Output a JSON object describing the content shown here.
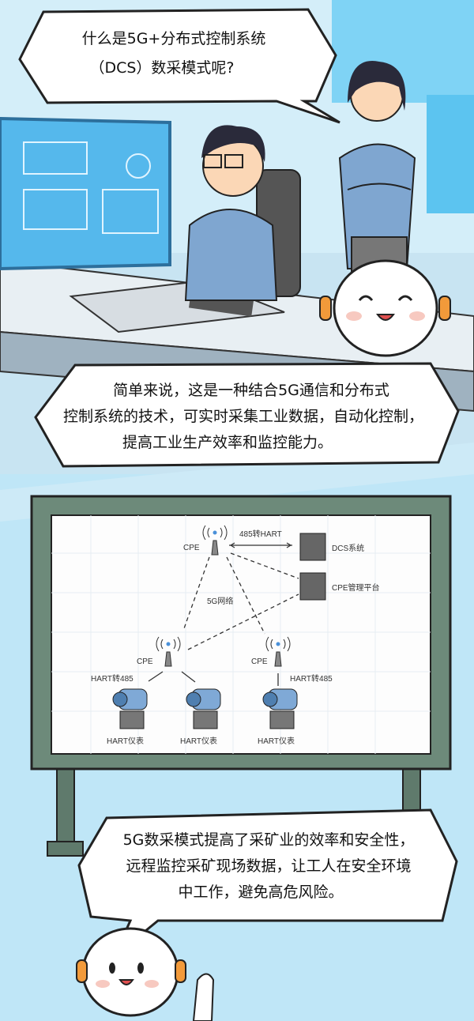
{
  "bubbles": {
    "question": [
      "什么是5G+分布式控制系统",
      "（DCS）数采模式呢?"
    ],
    "answer": [
      "简单来说，这是一种结合5G通信和分布式",
      "控制系统的技术，可实时采集工业数据，自动化控制，",
      "提高工业生产效率和监控能力。"
    ],
    "conclusion": [
      "5G数采模式提高了采矿业的效率和安全性，",
      "远程监控采矿现场数据，让工人在安全环境",
      "中工作，避免高危风险。"
    ]
  },
  "diagram": {
    "cpe_top": "CPE",
    "link_top": "485转HART",
    "dcs": "DCS系统",
    "cpe_platform": "CPE管理平台",
    "network": "5G网络",
    "cpe_left": "CPE",
    "cpe_right": "CPE",
    "conv_left": "HART转485",
    "conv_right": "HART转485",
    "meters": [
      "HART仪表",
      "HART仪表",
      "HART仪表"
    ]
  },
  "colors": {
    "sky": "#bfe6f7",
    "board_frame": "#5f7a6c",
    "shirt": "#7fa6d0",
    "screen": "#4fb3ea"
  }
}
